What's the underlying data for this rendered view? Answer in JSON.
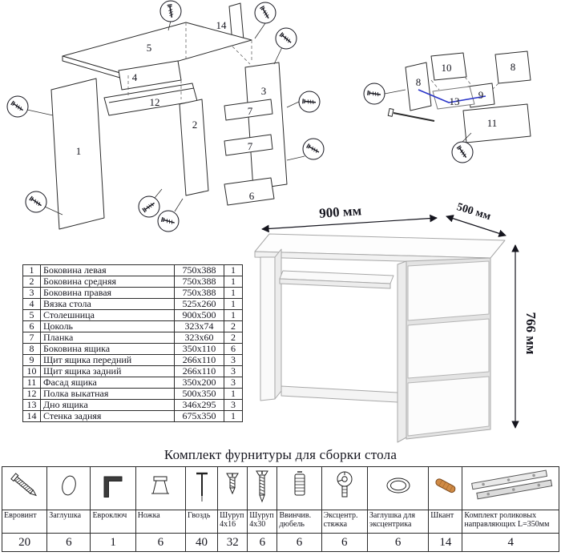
{
  "titles": {
    "hardware_kit": "Комплект фурнитуры для сборки стола"
  },
  "dimensions": {
    "width": "900 мм",
    "depth": "500 мм",
    "height": "766 мм"
  },
  "parts_table": {
    "rows": [
      {
        "num": "1",
        "name": "Боковина левая",
        "size": "750x388",
        "qty": "1"
      },
      {
        "num": "2",
        "name": "Боковина средняя",
        "size": "750x388",
        "qty": "1"
      },
      {
        "num": "3",
        "name": "Боковина правая",
        "size": "750x388",
        "qty": "1"
      },
      {
        "num": "4",
        "name": "Вязка стола",
        "size": "525x260",
        "qty": "1"
      },
      {
        "num": "5",
        "name": "Столешница",
        "size": "900x500",
        "qty": "1"
      },
      {
        "num": "6",
        "name": "Цоколь",
        "size": "323x74",
        "qty": "2"
      },
      {
        "num": "7",
        "name": "Планка",
        "size": "323x60",
        "qty": "2"
      },
      {
        "num": "8",
        "name": "Боковина ящика",
        "size": "350x110",
        "qty": "6"
      },
      {
        "num": "9",
        "name": "Щит ящика передний",
        "size": "266x110",
        "qty": "3"
      },
      {
        "num": "10",
        "name": "Щит ящика задний",
        "size": "266x110",
        "qty": "3"
      },
      {
        "num": "11",
        "name": "Фасад ящика",
        "size": "350x200",
        "qty": "3"
      },
      {
        "num": "12",
        "name": "Полка выкатная",
        "size": "500x350",
        "qty": "1"
      },
      {
        "num": "13",
        "name": "Дно ящика",
        "size": "346x295",
        "qty": "3"
      },
      {
        "num": "14",
        "name": "Стенка задняя",
        "size": "675x350",
        "qty": "1"
      }
    ]
  },
  "hardware": {
    "items": [
      {
        "label": "Евровинт",
        "qty": "20",
        "icon": "euroscrew-icon"
      },
      {
        "label": "Заглушка",
        "qty": "6",
        "icon": "plug-icon"
      },
      {
        "label": "Евроключ",
        "qty": "1",
        "icon": "hexkey-icon"
      },
      {
        "label": "Ножка",
        "qty": "6",
        "icon": "leg-icon"
      },
      {
        "label": "Гвоздь",
        "qty": "40",
        "icon": "nail-icon"
      },
      {
        "label": "Шуруп 4х16",
        "qty": "32",
        "icon": "screw-4x16-icon"
      },
      {
        "label": "Шуруп 4х30",
        "qty": "6",
        "icon": "screw-4x30-icon"
      },
      {
        "label": "Ввинчив. дюбель",
        "qty": "6",
        "icon": "dowel-icon"
      },
      {
        "label": "Эксцентр. стяжка",
        "qty": "6",
        "icon": "eccentric-icon"
      },
      {
        "label": "Заглушка для эксцентрика",
        "qty": "6",
        "icon": "eccentric-plug-icon"
      },
      {
        "label": "Шкант",
        "qty": "14",
        "icon": "shkant-icon"
      },
      {
        "label": "Комплект роликовых направляющих L=350мм",
        "qty": "4",
        "icon": "rails-icon"
      }
    ]
  },
  "diagram": {
    "left_labels": {
      "p1": "1",
      "p2": "2",
      "p3": "3",
      "p4": "4",
      "p5": "5",
      "p6": "6",
      "p7a": "7",
      "p7b": "7",
      "p12": "12",
      "p14": "14"
    },
    "right_labels": {
      "p8a": "8",
      "p8b": "8",
      "p9": "9",
      "p10": "10",
      "p11": "11",
      "p13": "13"
    }
  }
}
